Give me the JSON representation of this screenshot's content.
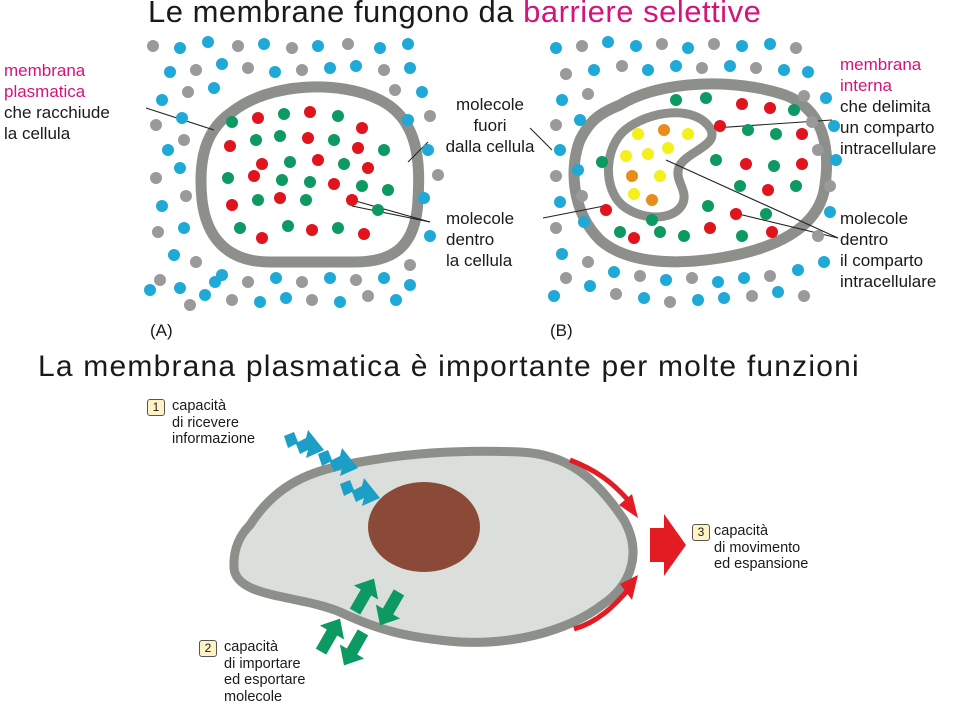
{
  "title_top": {
    "part1": "Le membrane fungono da ",
    "part2": "barriere selettive"
  },
  "panel_a": {
    "label": "(A)",
    "membrana_plasmatica": [
      "membrana",
      "plasmatica"
    ],
    "racchiude": [
      "che racchiude",
      "la cellula"
    ],
    "fuori": [
      "molecole",
      "fuori",
      "dalla cellula"
    ],
    "dentro": [
      "molecole",
      "dentro",
      "la cellula"
    ]
  },
  "panel_b": {
    "label": "(B)",
    "membrana_interna": [
      "membrana",
      "interna"
    ],
    "delimita": [
      "che delimita",
      "un comparto",
      "intracellulare"
    ],
    "dentro_comparto": [
      "molecole",
      "dentro",
      "il comparto",
      "intracellulare"
    ]
  },
  "title_bottom": "La membrana plasmatica è importante per molte funzioni",
  "functions": [
    {
      "num": "1",
      "lines": [
        "capacità",
        "di ricevere",
        "informazione"
      ]
    },
    {
      "num": "2",
      "lines": [
        "capacità",
        "di importare",
        "ed esportare",
        "molecole"
      ]
    },
    {
      "num": "3",
      "lines": [
        "capacità",
        "di movimento",
        "ed espansione"
      ]
    }
  ],
  "colors": {
    "pink": "#d4147b",
    "membrane_gray": "#8c8f8a",
    "cyan_molecule": "#1fa9d6",
    "gray_molecule": "#9a9a9a",
    "green_molecule": "#0c9a62",
    "red_molecule": "#e1131d",
    "yellow_molecule": "#f4f01a",
    "orange_molecule": "#ea8c1b",
    "cell_fill": "#dadfdb",
    "nucleus": "#8b4a37",
    "signal_arrow": "#1c9fc6",
    "transport_arrow": "#0c9a62",
    "movement_arrow": "#e31b23"
  },
  "icons": [
    "signal-arrow-icon",
    "import-arrow-icon",
    "export-arrow-icon",
    "movement-arrow-icon"
  ]
}
